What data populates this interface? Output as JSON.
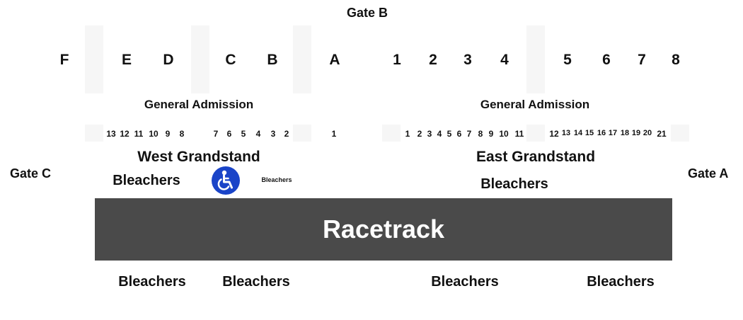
{
  "gates": {
    "b": "Gate B",
    "c": "Gate C",
    "a": "Gate A"
  },
  "sections": {
    "west": [
      "F",
      "E",
      "D",
      "C",
      "B"
    ],
    "center": "A",
    "east": [
      "1",
      "2",
      "3",
      "4",
      "5",
      "6",
      "7",
      "8"
    ]
  },
  "general_admission": {
    "west": "General Admission",
    "east": "General Admission"
  },
  "rows": {
    "west_a": [
      "13",
      "12",
      "11",
      "10",
      "9",
      "8"
    ],
    "west_b": [
      "7",
      "6",
      "5",
      "4",
      "3",
      "2"
    ],
    "center": "1",
    "east_a": [
      "1",
      "2",
      "3",
      "4",
      "5",
      "6",
      "7",
      "8",
      "9",
      "10",
      "11"
    ],
    "east_b": [
      "12",
      "13",
      "14",
      "15",
      "16",
      "17",
      "18",
      "19",
      "20",
      "21"
    ]
  },
  "stands": {
    "west": "West Grandstand",
    "east": "East Grandstand"
  },
  "bleachers": {
    "west": "Bleachers",
    "small": "Bleachers",
    "east": "Bleachers",
    "bottom": [
      "Bleachers",
      "Bleachers",
      "Bleachers",
      "Bleachers"
    ]
  },
  "racetrack": "Racetrack",
  "icons": {
    "accessible": "wheelchair-icon"
  },
  "colors": {
    "racetrack": "#4a4a4a",
    "accessible": "#1a44c8",
    "text": "#111111"
  }
}
